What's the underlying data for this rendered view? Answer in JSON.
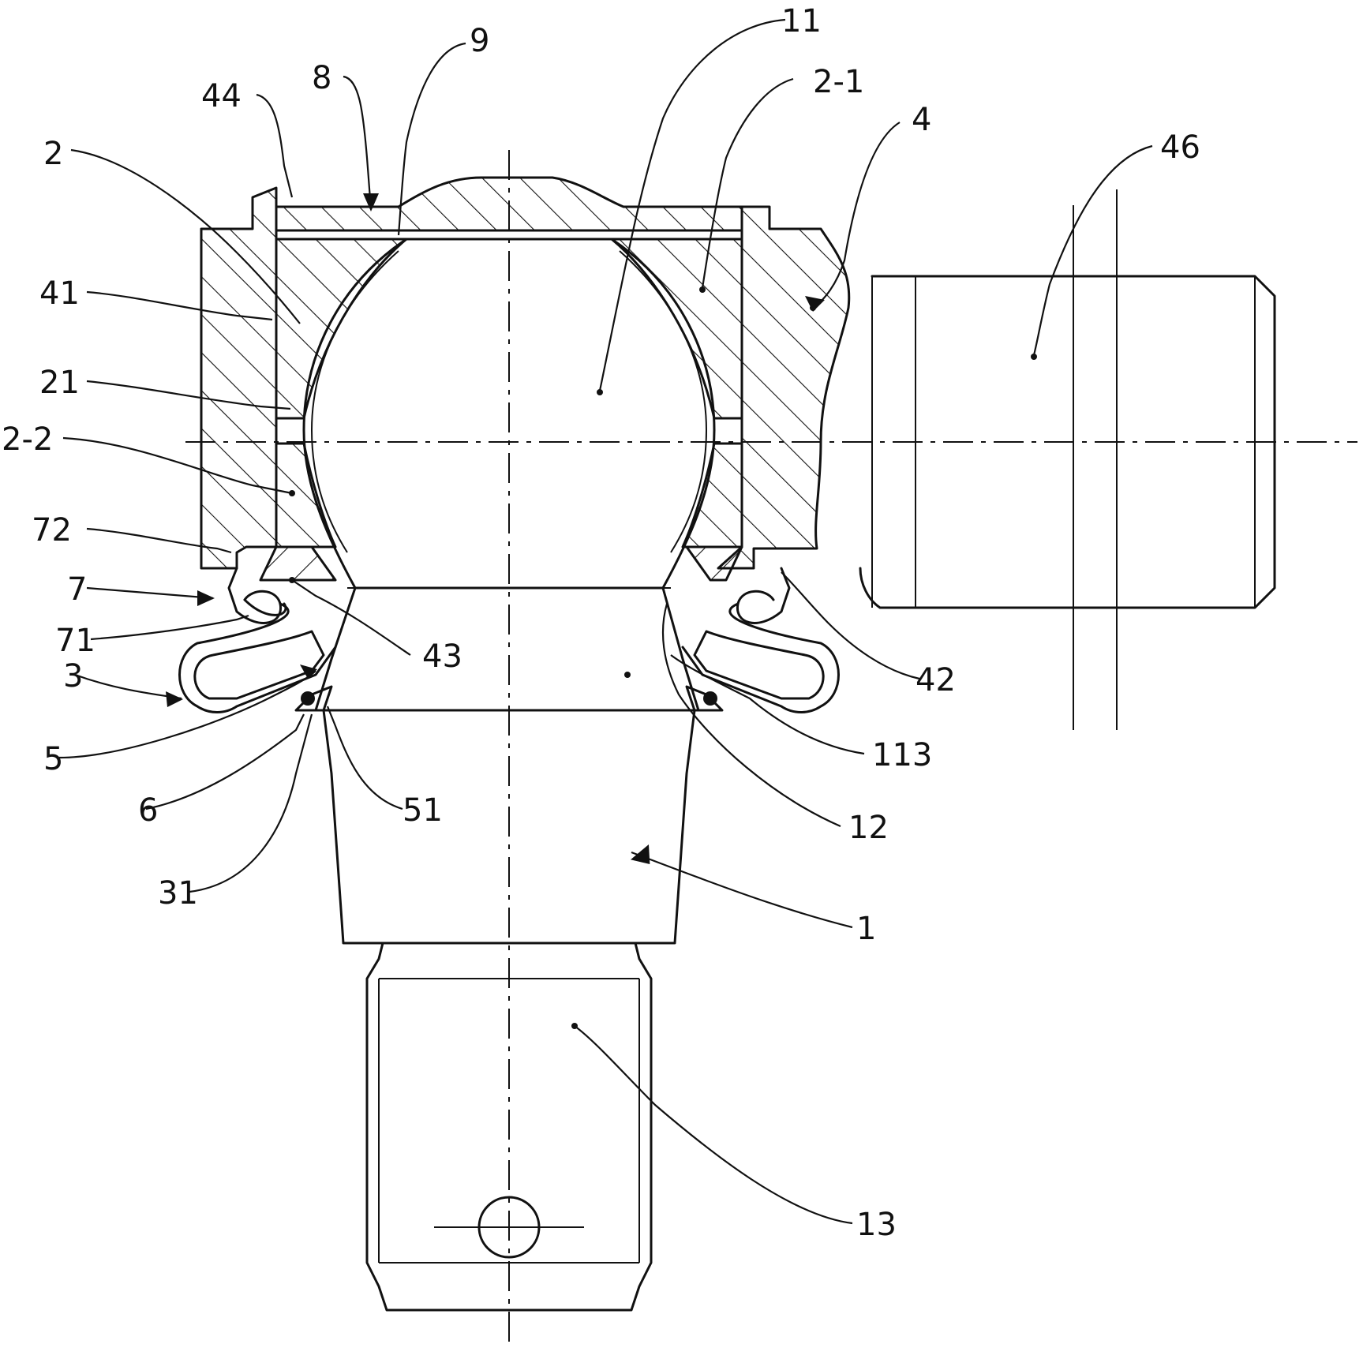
{
  "labels": {
    "l11": "11",
    "l9": "9",
    "l8": "8",
    "l44": "44",
    "l2_1": "2-1",
    "l4": "4",
    "l46": "46",
    "l2": "2",
    "l41": "41",
    "l21": "21",
    "l2_2": "2-2",
    "l72": "72",
    "l7": "7",
    "l71": "71",
    "l43": "43",
    "l42": "42",
    "l3": "3",
    "l113": "113",
    "l5": "5",
    "l6": "6",
    "l51": "51",
    "l12": "12",
    "l31": "31",
    "l1": "1",
    "l13": "13"
  }
}
